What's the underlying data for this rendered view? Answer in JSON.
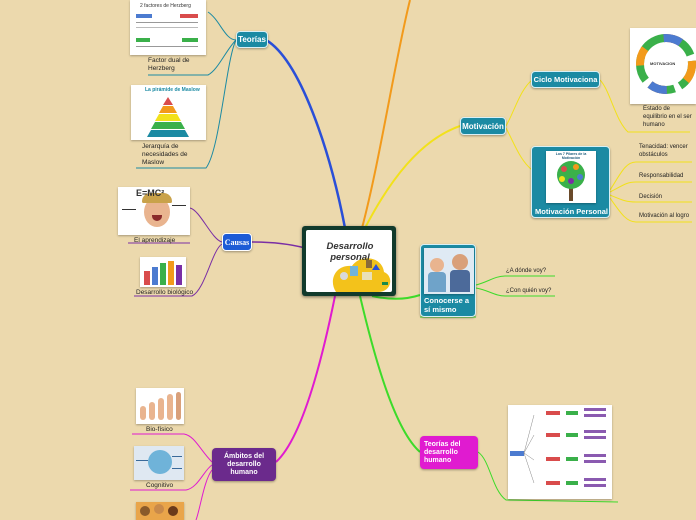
{
  "center": {
    "label": "Desarrollo personal"
  },
  "teorias": {
    "label": "Teorías",
    "herzberg_caption": "Factor dual de Herzberg",
    "herzberg_thumb_title": "2 factores de Herzberg",
    "maslow_caption": "Jerarquía de necesidades de Maslow",
    "maslow_thumb_title": "La pirámide de Maslow"
  },
  "causas": {
    "label": "Causas",
    "items": [
      "El aprendizaje",
      "Desarrollo biológico"
    ],
    "emc2": "E=MC²"
  },
  "ambitos": {
    "label": "Ámbitos del desarrollo humano",
    "items": [
      "Bio-físico",
      "Cognitivo"
    ]
  },
  "motivacion": {
    "label": "Motivación",
    "ciclo_label": "Ciclo Motivaciona",
    "ciclo_caption": "Estado de equilibrio en el ser humano",
    "ciclo_thumb_title": "MOTIVACION",
    "personal_label": "Motivación Personal",
    "personal_thumb_title": "Los 7 Pilares de la Motivación",
    "personal_items": [
      "Tenacidad: vencer obstáculos",
      "Responsabilidad",
      "Decisión",
      "Motivación al logro"
    ]
  },
  "conocerse": {
    "label": "Conocerse a sí mismo",
    "items": [
      "¿A dónde voy?",
      "¿Con quién voy?"
    ]
  },
  "teorias_desarrollo": {
    "label": "Teorías del desarrollo humano"
  },
  "colors": {
    "background": "#ecd9ad",
    "teal": "#1b8aa3",
    "blue_line": "#2a4fd8",
    "purple_line": "#7a2ea5",
    "magenta": "#e01bd0",
    "yellow_line": "#f2e11b",
    "green_line": "#3ddb2a",
    "orange_line": "#f29a1b",
    "causas_blue": "#1d5bd6",
    "ambitos_purple": "#6b2a8c"
  }
}
